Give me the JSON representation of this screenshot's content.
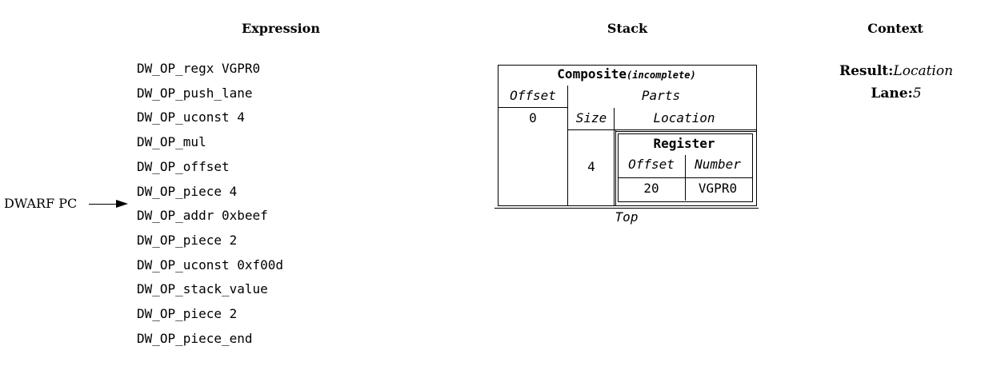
{
  "headers": {
    "expression": "Expression",
    "stack": "Stack",
    "context": "Context"
  },
  "expression": {
    "ops": [
      "DW_OP_regx VGPR0",
      "DW_OP_push_lane",
      "DW_OP_uconst 4",
      "DW_OP_mul",
      "DW_OP_offset",
      "DW_OP_piece 4",
      "DW_OP_addr 0xbeef",
      "DW_OP_piece 2",
      "DW_OP_uconst 0xf00d",
      "DW_OP_stack_value",
      "DW_OP_piece 2",
      "DW_OP_piece_end"
    ],
    "pc_label": "DWARF PC",
    "pc_index": 6
  },
  "stack": {
    "composite_title": "Composite",
    "composite_note": "(incomplete)",
    "offset_label": "Offset",
    "offset_value": "0",
    "parts_label": "Parts",
    "size_label": "Size",
    "location_label": "Location",
    "size_value": "4",
    "register": {
      "title": "Register",
      "offset_label": "Offset",
      "number_label": "Number",
      "offset_value": "20",
      "number_value": "VGPR0"
    },
    "top_label": "Top"
  },
  "context": {
    "result_label": "Result:",
    "result_value": "Location",
    "lane_label": "Lane:",
    "lane_value": "5"
  }
}
